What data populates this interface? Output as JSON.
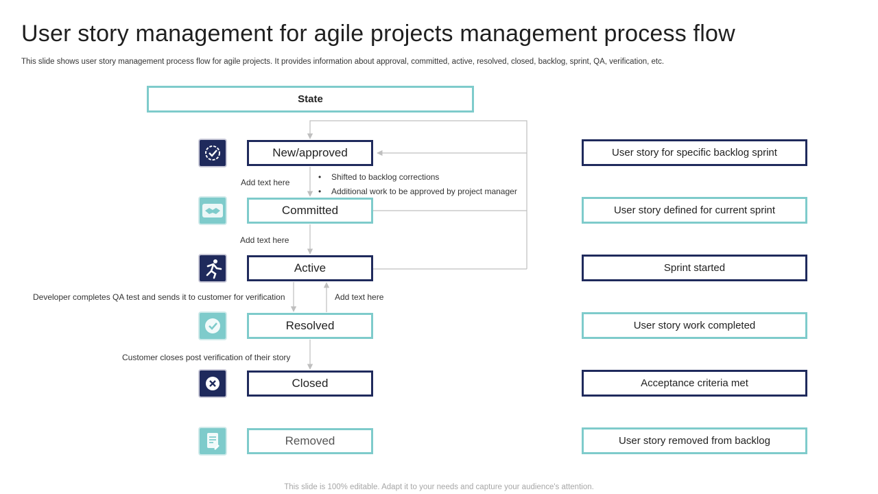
{
  "header": {
    "title": "User story management for agile projects management process flow",
    "subtitle": "This slide shows user story management process flow for agile projects. It provides information about approval, committed, active, resolved, closed, backlog, sprint, QA, verification, etc."
  },
  "state_header": "State",
  "states": [
    {
      "label": "New/approved",
      "icon": "check-badge-icon",
      "description": "User story for specific backlog sprint"
    },
    {
      "label": "Committed",
      "icon": "handshake-icon",
      "description": "User story defined for current sprint"
    },
    {
      "label": "Active",
      "icon": "running-person-icon",
      "description": "Sprint started"
    },
    {
      "label": "Resolved",
      "icon": "check-circle-icon",
      "description": "User story work completed"
    },
    {
      "label": "Closed",
      "icon": "close-circle-icon",
      "description": "Acceptance criteria met"
    },
    {
      "label": "Removed",
      "icon": "document-edit-icon",
      "description": "User story removed from backlog"
    }
  ],
  "annotations": {
    "new_to_committed": "Add text here",
    "committed_to_active": "Add text here",
    "resolved_to_active": "Add text here",
    "active_to_resolved": "Developer completes QA test and sends it to customer for verification",
    "resolved_to_closed": "Customer closes post verification of their story",
    "bullets": [
      "Shifted to backlog corrections",
      "Additional work to be approved by project manager"
    ]
  },
  "colors": {
    "navy": "#1f2a5c",
    "teal": "#7ecbcb",
    "connector": "#bfbfbf"
  },
  "footer": "This slide is 100% editable. Adapt it to your needs and capture your audience's attention."
}
